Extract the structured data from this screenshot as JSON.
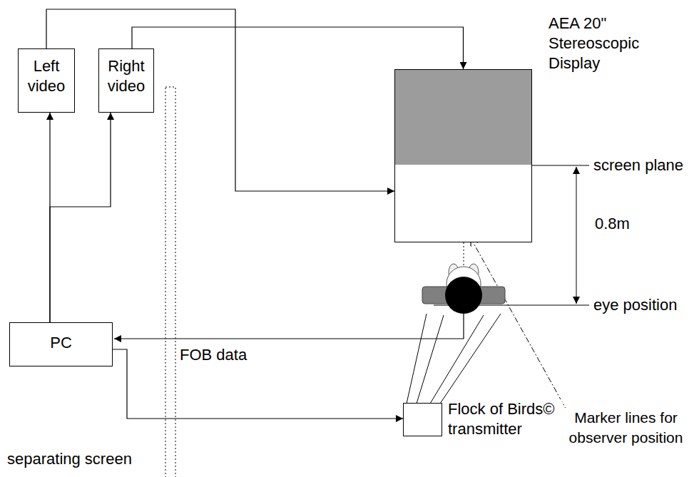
{
  "diagram": {
    "nodes": [
      {
        "text": [
          "Left video"
        ]
      },
      {
        "text": [
          "Right video"
        ]
      },
      {
        "text": [
          "AEA 20\" Stereoscopic Display"
        ]
      },
      {
        "text": [
          "PC"
        ]
      },
      {
        "text": [
          "Flock of Birds© transmitter"
        ]
      }
    ],
    "edges": [
      {
        "from": 3,
        "to": 0,
        "arrow": "to"
      },
      {
        "from": 3,
        "to": 1,
        "arrow": "to"
      },
      {
        "from": 0,
        "to": 2,
        "arrow": "to"
      },
      {
        "from": 1,
        "to": 2,
        "arrow": "to"
      },
      {
        "from": 3,
        "to": 4,
        "arrow": "to"
      }
    ],
    "labels": [
      "screen plane",
      "0.8m",
      "eye position",
      "FOB data",
      "Marker lines for observer position",
      "separating screen"
    ]
  }
}
